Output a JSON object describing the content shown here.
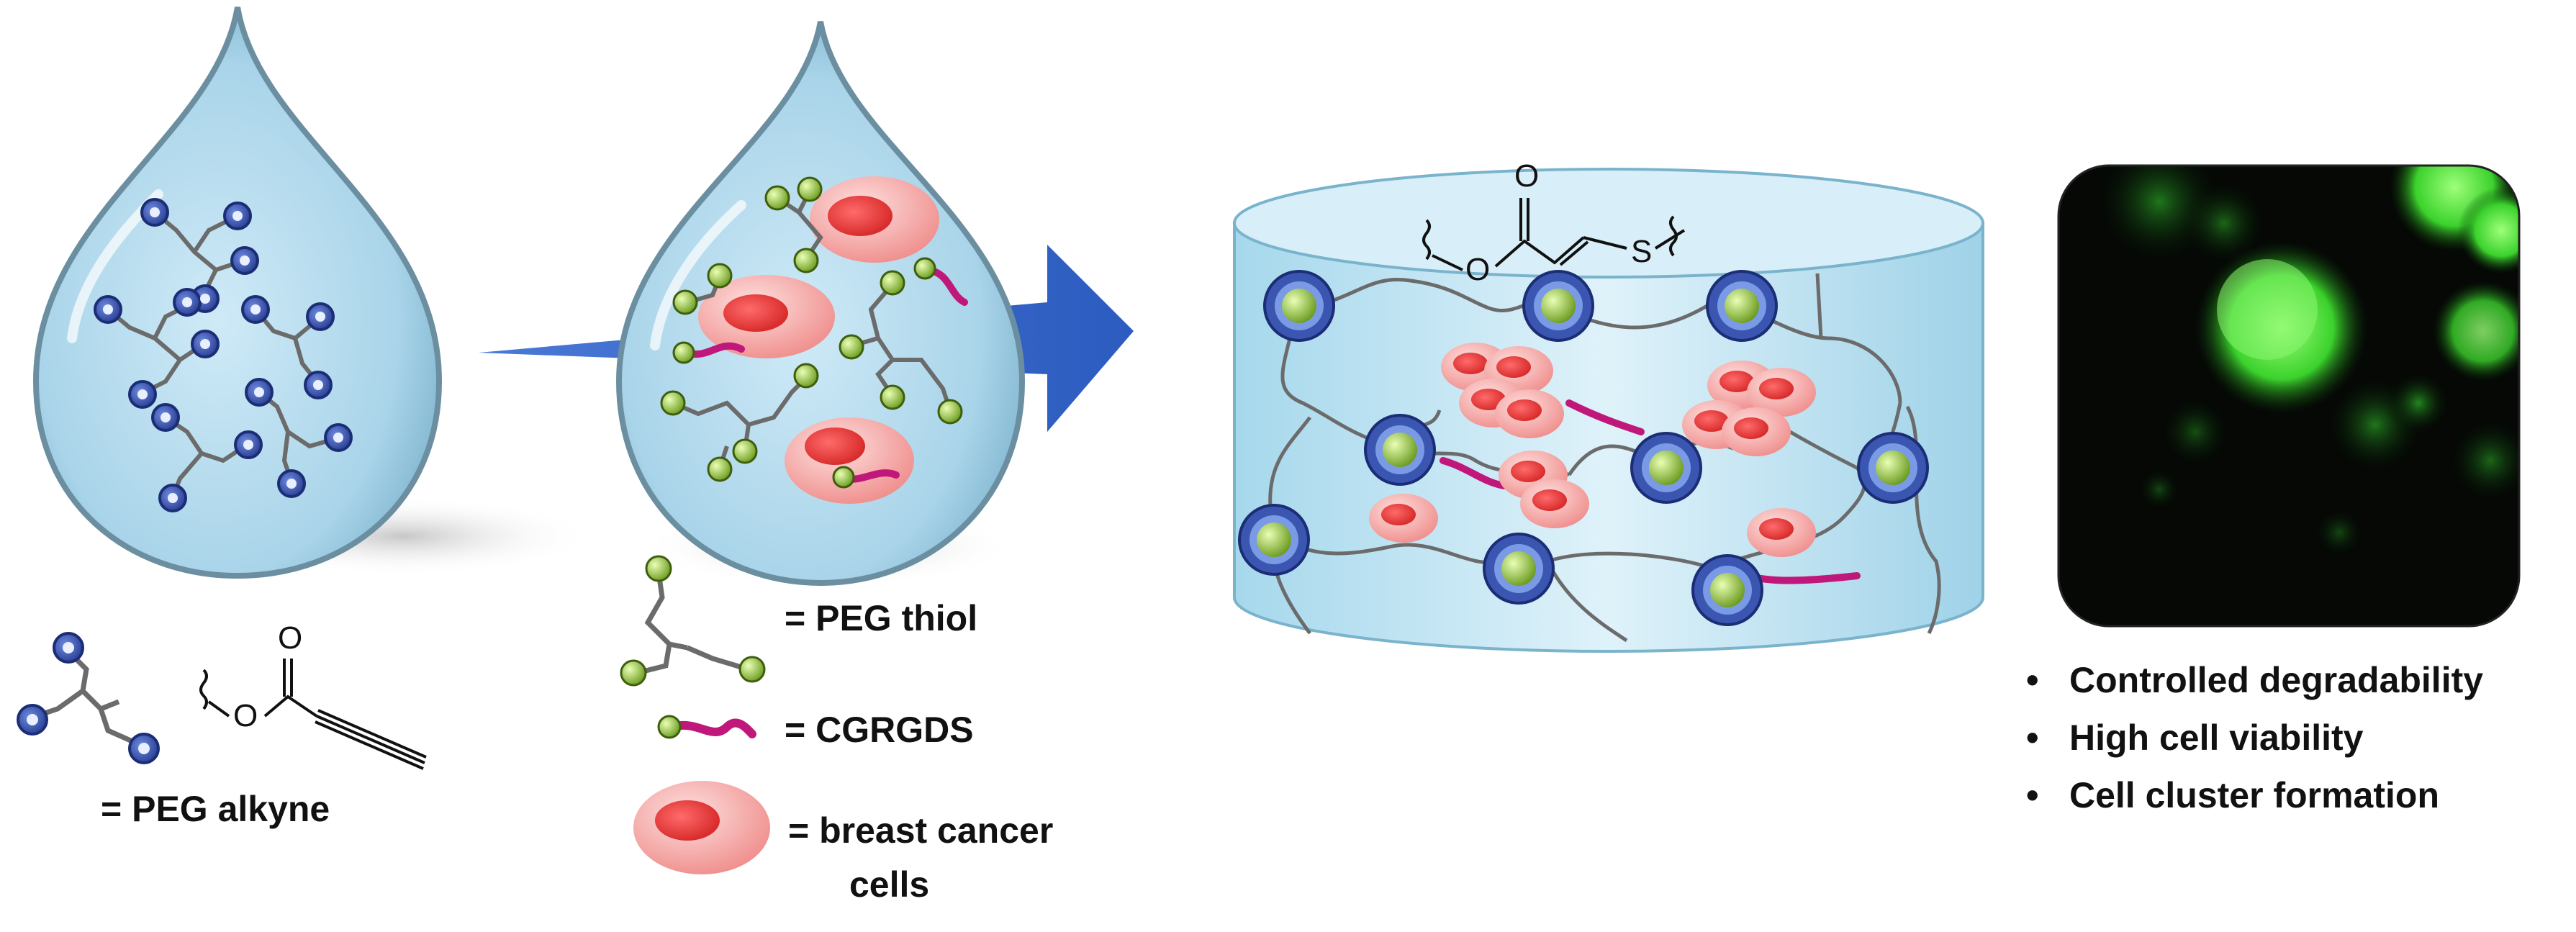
{
  "legend": {
    "peg_alkyne": "= PEG alkyne",
    "peg_thiol": "= PEG thiol",
    "cgrgds": "= CGRGDS",
    "breast_cancer_line1": "= breast cancer",
    "breast_cancer_line2": "cells"
  },
  "chem": {
    "alkyne_O_carbonyl": "O",
    "alkyne_O_ester": "O",
    "gel_O_carbonyl": "O",
    "gel_O_ester": "O",
    "gel_S": "S"
  },
  "outcomes": [
    "Controlled degradability",
    "High cell viability",
    "Cell cluster formation"
  ],
  "colors": {
    "water": "#bfe3f2",
    "alkyne_ring": "#3a56b0",
    "thiol_bead": "#9dcc3c",
    "peptide": "#c0187a",
    "cell": "#f08a88",
    "nucleus": "#e8413f",
    "arrow": "#2f63c4",
    "fluorescence": "#39d42e"
  }
}
